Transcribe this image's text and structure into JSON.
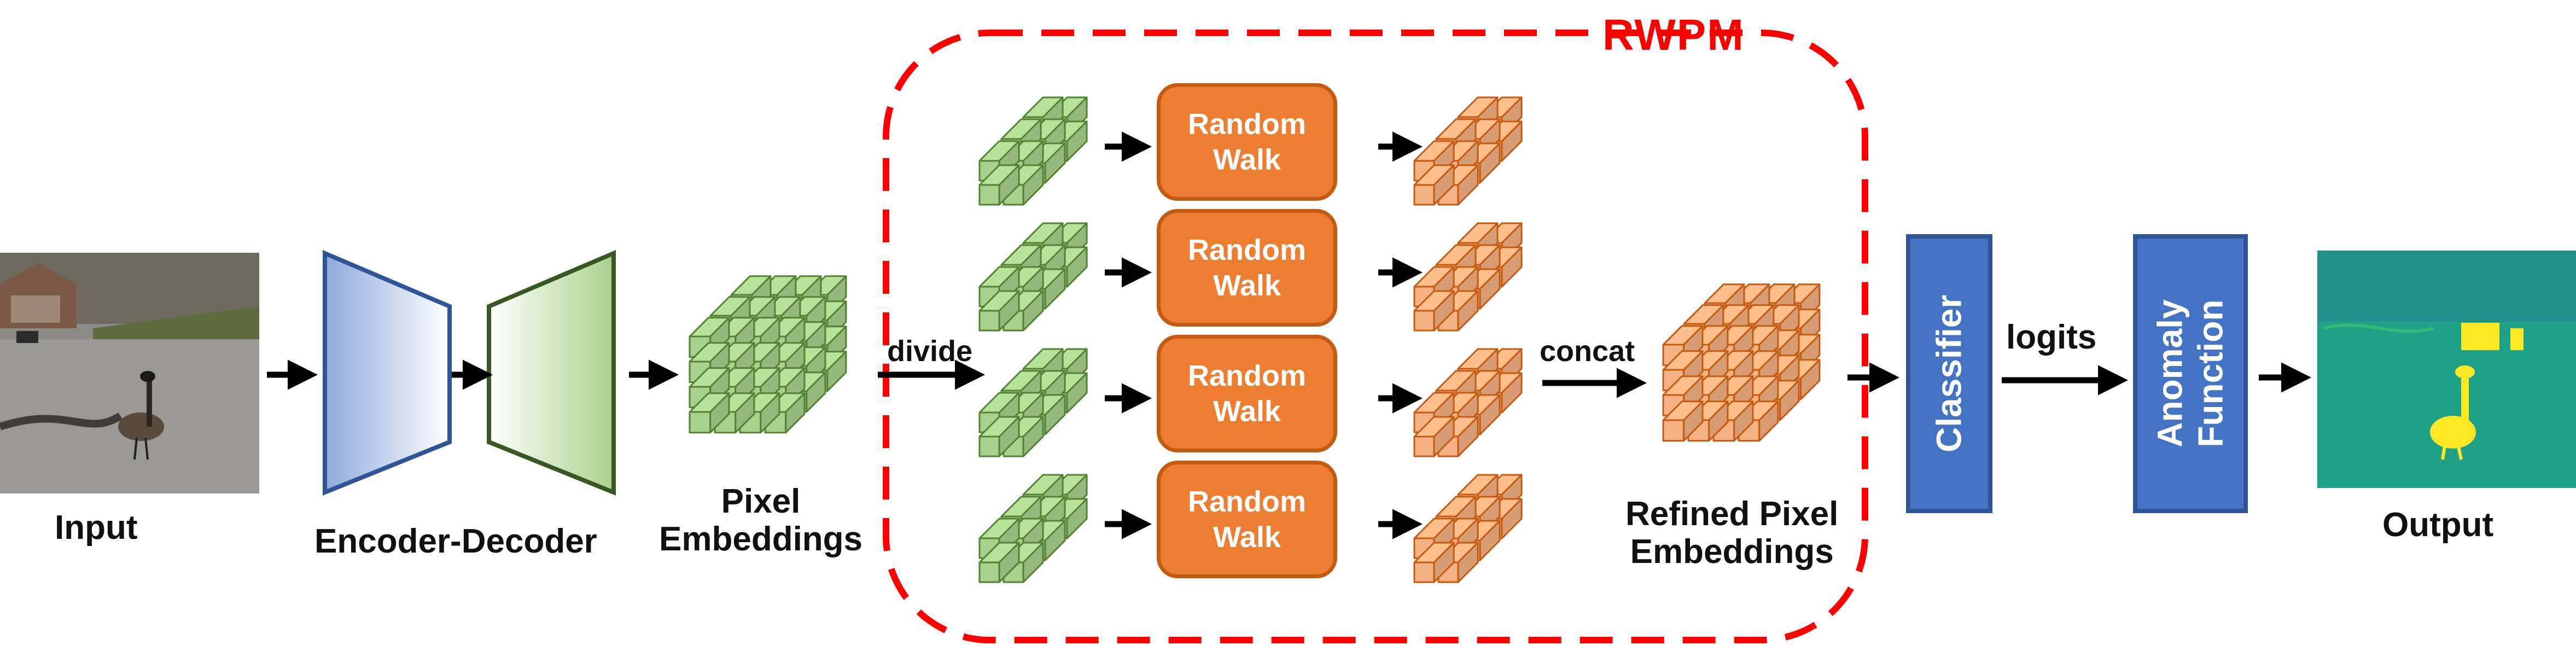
{
  "labels": {
    "input": "Input",
    "encoder_decoder": "Encoder-Decoder",
    "pixel_embeddings": "Pixel\nEmbeddings",
    "divide": "divide",
    "concat": "concat",
    "refined_embeddings": "Refined Pixel\nEmbeddings",
    "logits": "logits",
    "output": "Output",
    "rwpm": "RWPM"
  },
  "random_walk_blocks": [
    {
      "label": "Random\nWalk"
    },
    {
      "label": "Random\nWalk"
    },
    {
      "label": "Random\nWalk"
    },
    {
      "label": "Random\nWalk"
    }
  ],
  "classifier": "Classifier",
  "anomaly_function": "Anomaly\nFunction",
  "colors": {
    "green_cube": "#A9D18E",
    "green_cube_dark": "#548235",
    "orange_cube": "#F4B183",
    "orange_cube_dark": "#C55A11",
    "random_walk": "#ED7D31",
    "blue_box": "#4472C4",
    "rwpm_dash": "#FF0000",
    "output_bg": "#1FA187",
    "output_fg": "#FDE725",
    "encoder_blue": "#2F5597",
    "decoder_green": "#385723"
  }
}
